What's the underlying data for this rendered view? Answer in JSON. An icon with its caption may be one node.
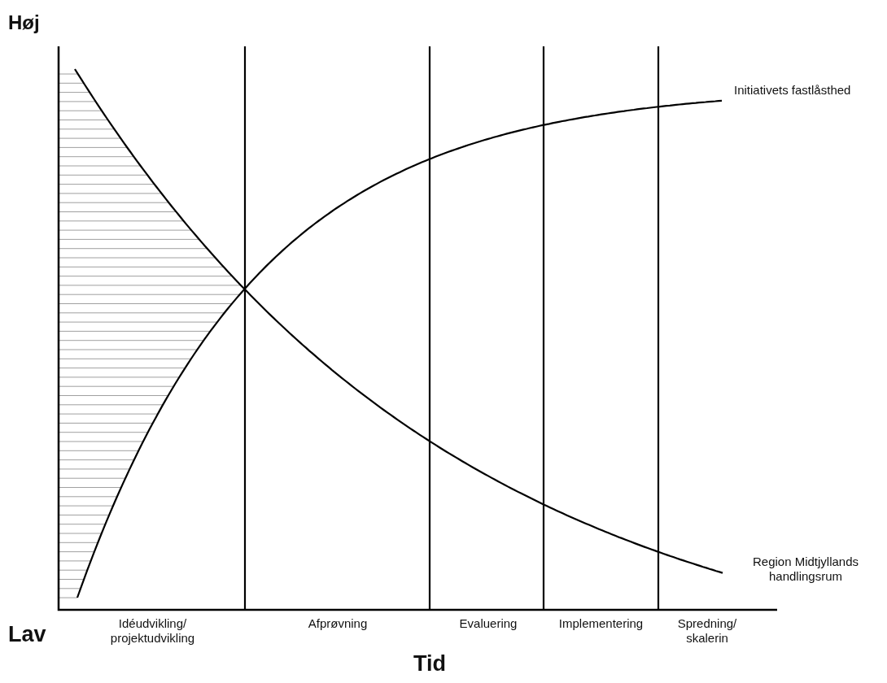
{
  "diagram": {
    "labels": [
      "Høj",
      "Initiativets fastlåsthed",
      "Region Midtjyllands handlingsrum",
      "Lav",
      "Idéudvikling/ projektudvikling",
      "Afprøvning",
      "Evaluering",
      "Implementering",
      "Spredning/ skalerin",
      "Tid"
    ]
  }
}
